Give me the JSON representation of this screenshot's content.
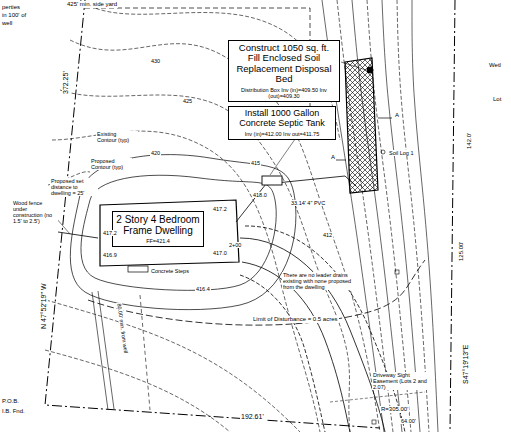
{
  "diagram": {
    "nodes": [
      {
        "text": [
          "Construct 1050 sq. ft. Fill Enclosed Soil Replacement Disposal Bed",
          "Distribution Box Inv (in)=409.50 Inv (out)=409.30"
        ]
      },
      {
        "text": [
          "Install 1000 Gallon Concrete Septic Tank",
          "Inv (in)=412.00 Inv out=411.75"
        ]
      },
      {
        "text": [
          "2 Story 4 Bedroom Frame Dwelling",
          "FF=421.4"
        ]
      }
    ],
    "labels": [
      "425' min. side yard",
      "perties",
      "in 100' of",
      "well",
      "372.25'",
      "N 47°52'19\" W",
      "Existing Contour (typ)",
      "Proposed Contour (typ)",
      "Proposed set distance to dwelling = 25'",
      "Wood fence under construction (no 1.5' to 2.5')",
      "420",
      "425",
      "430",
      "415",
      "412",
      "417.2",
      "416.9",
      "417.2",
      "417.0",
      "418.0",
      "416.4",
      "Concrete Steps",
      "2+00",
      "33.14' 4\" PVC",
      "Soil Log 1",
      "A",
      "A",
      "Wetl",
      "Lot",
      "142.0'",
      "125.00'",
      "S47°19'13\"E",
      "There are no leader drains existing with none proposed from the dwelling",
      "Limit of Disturbance = 0.5 acres",
      "80.00' min. from well",
      "Driveway Sight Easement (Lots 2 and 2.07)",
      "R=305.00'",
      "64.00'",
      "192.61'",
      "P.O.B.",
      "I.B. Fnd."
    ]
  }
}
